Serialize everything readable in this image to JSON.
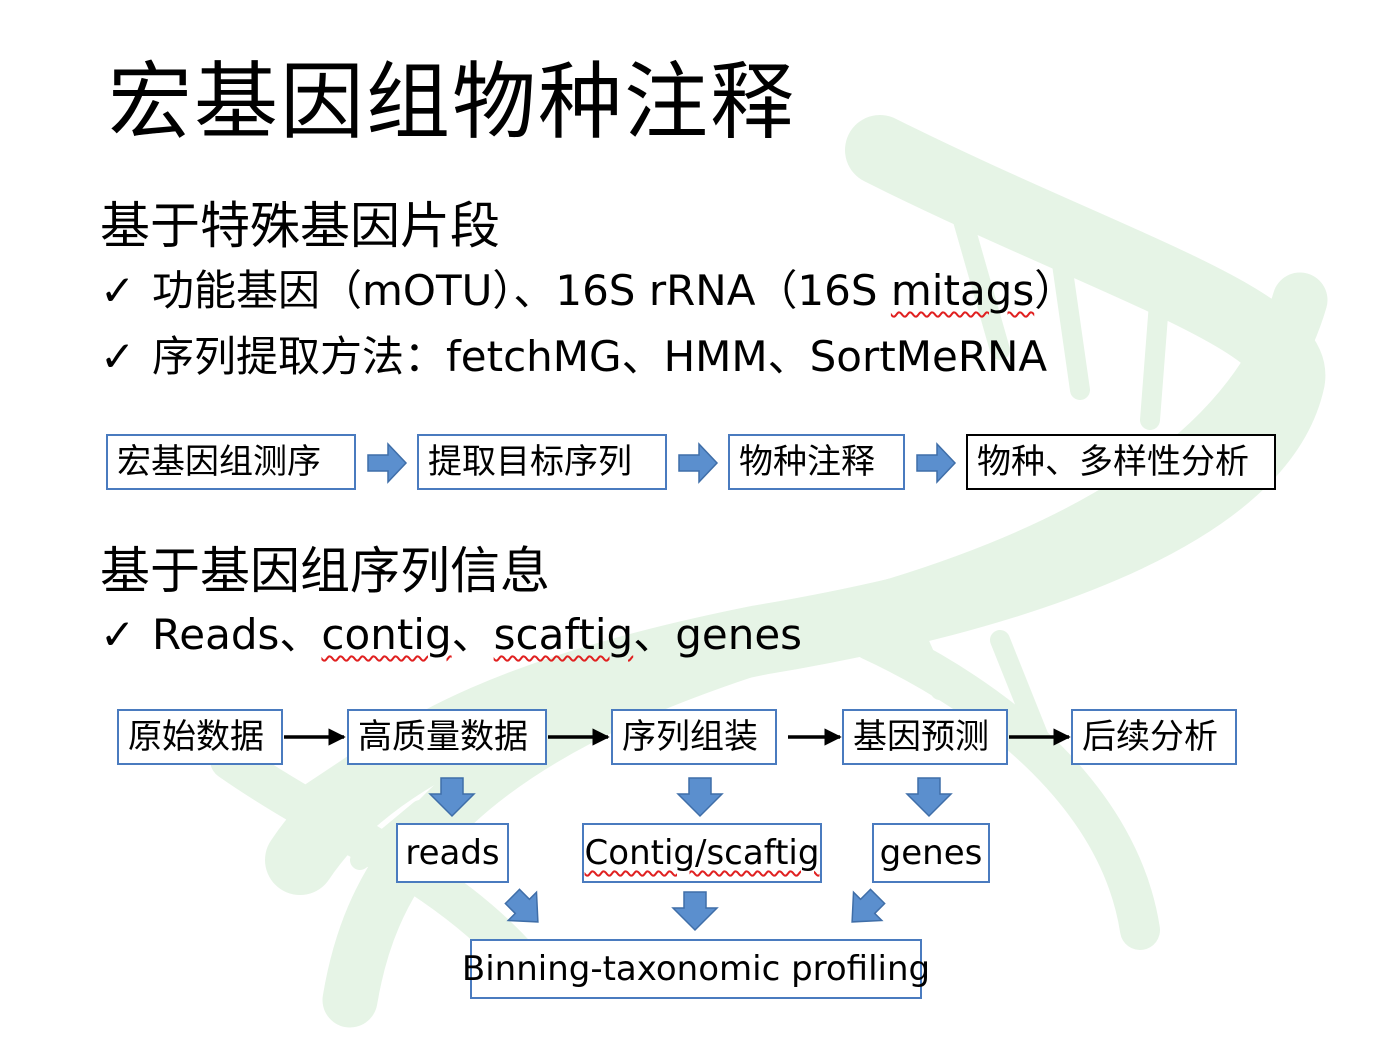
{
  "title": "宏基因组物种注释",
  "section1": {
    "heading": "基于特殊基因片段",
    "bullets": [
      {
        "mark": "✓",
        "text_a": "功能基因（mOTU）、16S rRNA（16S ",
        "text_b": "mitags",
        "text_c": "）"
      },
      {
        "mark": "✓",
        "text": "序列提取方法：fetchMG、HMM、SortMeRNA"
      }
    ],
    "flow": [
      "宏基因组测序",
      "提取目标序列",
      "物种注释",
      "物种、多样性分析"
    ]
  },
  "section2": {
    "heading": "基于基因组序列信息",
    "bullet": {
      "mark": "✓",
      "p1": "Reads、",
      "p2": "contig",
      "p3": "、",
      "p4": "scaftig",
      "p5": "、genes"
    },
    "pipeline": [
      "原始数据",
      "高质量数据",
      "序列组装",
      "基因预测",
      "后续分析"
    ],
    "outputs": [
      "reads",
      "Contig/scaftig",
      "genes"
    ],
    "final": "Binning-taxonomic profiling"
  },
  "colors": {
    "box_border": "#4a7bbf",
    "block_arrow": "#5b8fce",
    "watermark": "#e6f4e6",
    "spellcheck": "#e02020"
  }
}
